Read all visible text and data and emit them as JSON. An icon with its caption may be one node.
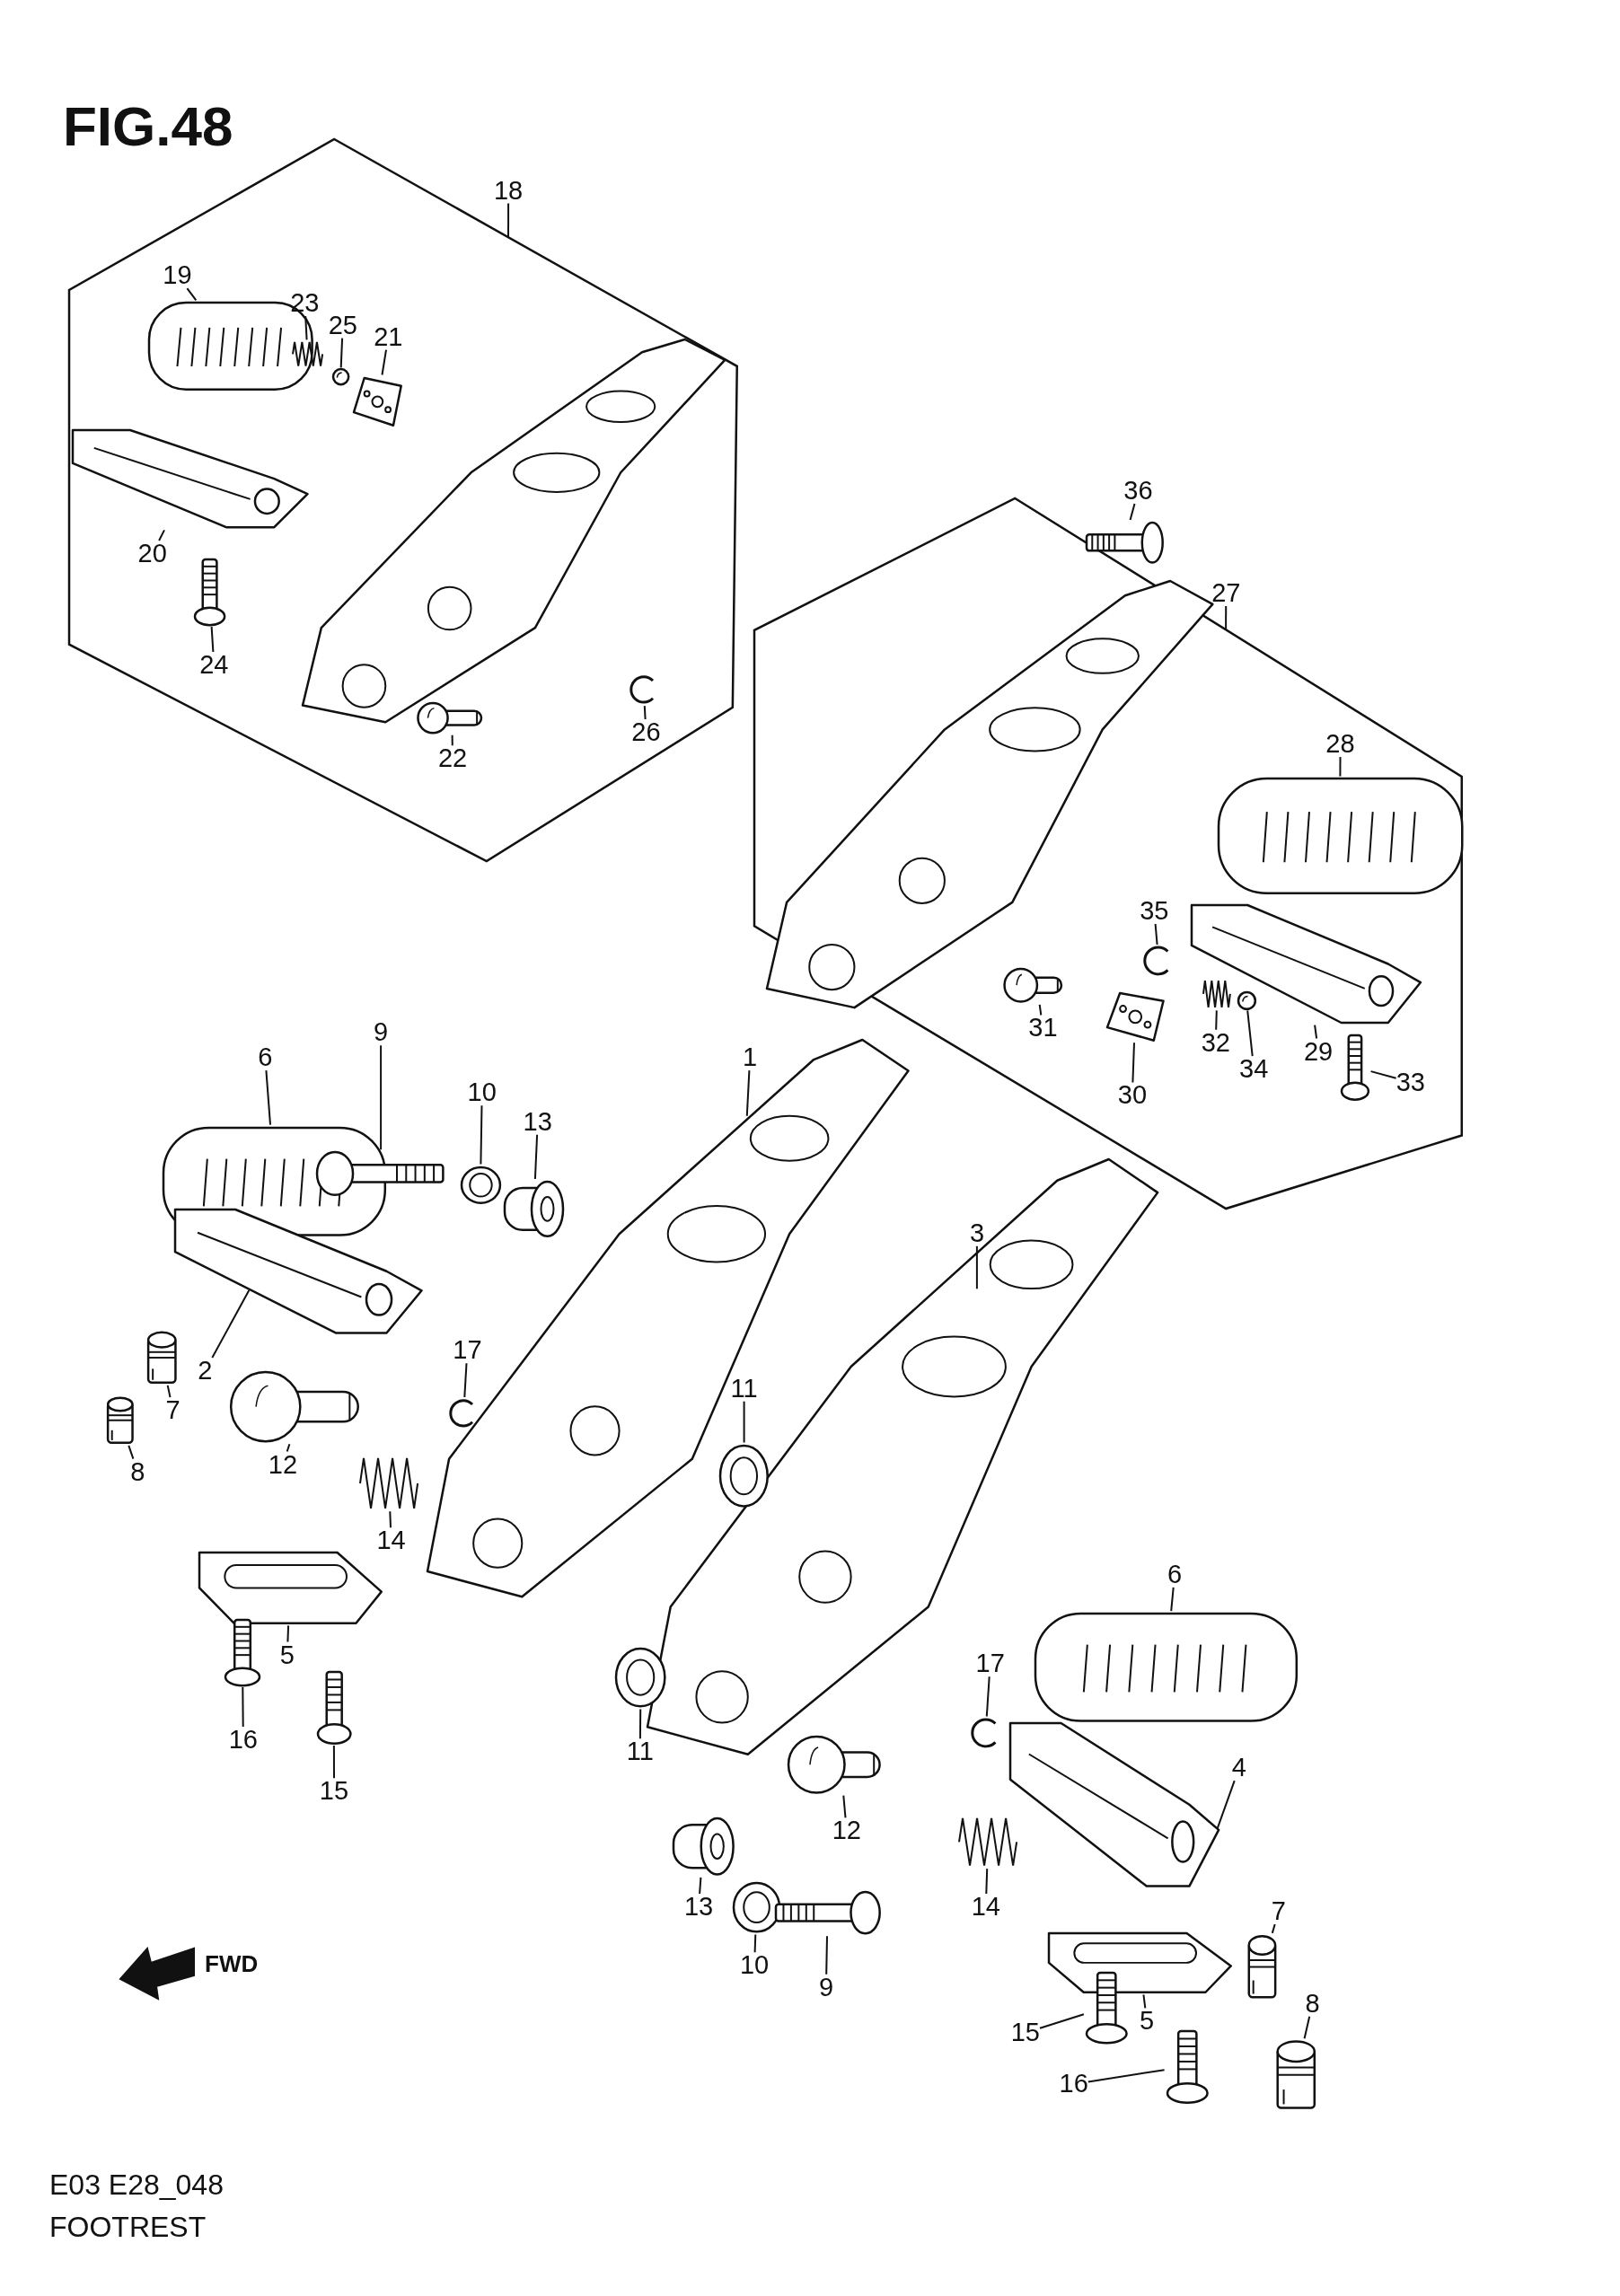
{
  "diagram": {
    "title": "FIG.48",
    "nodes": [
      {
        "text": [
          "18"
        ]
      },
      {
        "text": [],
        "shape": "box"
      },
      {
        "text": [
          "19"
        ],
        "in": 1
      },
      {
        "text": [],
        "shape": "picture",
        "in": 1
      },
      {
        "text": [
          "23"
        ],
        "in": 1
      },
      {
        "text": [],
        "shape": "picture",
        "in": 1
      },
      {
        "text": [
          "25"
        ],
        "in": 1
      },
      {
        "text": [],
        "shape": "picture",
        "in": 1
      },
      {
        "text": [
          "21"
        ],
        "in": 1
      },
      {
        "text": [],
        "shape": "picture",
        "in": 1
      },
      {
        "text": [
          "20"
        ],
        "in": 1
      },
      {
        "text": [],
        "shape": "picture",
        "in": 1
      },
      {
        "text": [
          "24"
        ],
        "in": 1
      },
      {
        "text": [],
        "shape": "picture",
        "in": 1
      },
      {
        "text": [
          "22"
        ],
        "in": 1
      },
      {
        "text": [],
        "shape": "picture",
        "in": 1
      },
      {
        "text": [
          "26"
        ],
        "in": 1
      },
      {
        "text": [],
        "shape": "picture",
        "in": 1
      },
      {
        "text": [
          "36"
        ]
      },
      {
        "text": [],
        "shape": "picture"
      },
      {
        "text": [
          "27"
        ]
      },
      {
        "text": [],
        "shape": "box"
      },
      {
        "text": [
          "28"
        ],
        "in": 21
      },
      {
        "text": [],
        "shape": "picture",
        "in": 21
      },
      {
        "text": [
          "35"
        ],
        "in": 21
      },
      {
        "text": [],
        "shape": "picture",
        "in": 21
      },
      {
        "text": [
          "31"
        ],
        "in": 21
      },
      {
        "text": [],
        "shape": "picture",
        "in": 21
      },
      {
        "text": [
          "30"
        ],
        "in": 21
      },
      {
        "text": [],
        "shape": "picture",
        "in": 21
      },
      {
        "text": [
          "32"
        ],
        "in": 21
      },
      {
        "text": [],
        "shape": "picture",
        "in": 21
      },
      {
        "text": [
          "34"
        ],
        "in": 21
      },
      {
        "text": [],
        "shape": "picture",
        "in": 21
      },
      {
        "text": [
          "29"
        ],
        "in": 21
      },
      {
        "text": [],
        "shape": "picture",
        "in": 21
      },
      {
        "text": [
          "33"
        ],
        "in": 21
      },
      {
        "text": [],
        "shape": "picture",
        "in": 21
      },
      {
        "text": [
          "1"
        ]
      },
      {
        "text": [],
        "shape": "picture"
      },
      {
        "text": [
          "6"
        ]
      },
      {
        "text": [],
        "shape": "picture"
      },
      {
        "text": [
          "9"
        ]
      },
      {
        "text": [],
        "shape": "picture"
      },
      {
        "text": [
          "10"
        ]
      },
      {
        "text": [],
        "shape": "picture"
      },
      {
        "text": [
          "13"
        ]
      },
      {
        "text": [],
        "shape": "picture"
      },
      {
        "text": [
          "3"
        ]
      },
      {
        "text": [],
        "shape": "picture"
      },
      {
        "text": [
          "2"
        ]
      },
      {
        "text": [],
        "shape": "picture"
      },
      {
        "text": [
          "17"
        ]
      },
      {
        "text": [],
        "shape": "picture"
      },
      {
        "text": [
          "11"
        ]
      },
      {
        "text": [],
        "shape": "picture"
      },
      {
        "text": [
          "7"
        ]
      },
      {
        "text": [],
        "shape": "picture"
      },
      {
        "text": [
          "12"
        ]
      },
      {
        "text": [],
        "shape": "picture"
      },
      {
        "text": [
          "8"
        ]
      },
      {
        "text": [],
        "shape": "picture"
      },
      {
        "text": [
          "14"
        ]
      },
      {
        "text": [],
        "shape": "picture"
      },
      {
        "text": [
          "6"
        ]
      },
      {
        "text": [],
        "shape": "picture"
      },
      {
        "text": [
          "5"
        ]
      },
      {
        "text": [],
        "shape": "picture"
      },
      {
        "text": [
          "17"
        ]
      },
      {
        "text": [],
        "shape": "picture"
      },
      {
        "text": [
          "11"
        ]
      },
      {
        "text": [],
        "shape": "picture"
      },
      {
        "text": [
          "16"
        ]
      },
      {
        "text": [],
        "shape": "picture"
      },
      {
        "text": [
          "4"
        ]
      },
      {
        "text": [],
        "shape": "picture"
      },
      {
        "text": [
          "15"
        ]
      },
      {
        "text": [],
        "shape": "picture"
      },
      {
        "text": [
          "12"
        ]
      },
      {
        "text": [],
        "shape": "picture"
      },
      {
        "text": [
          "14"
        ]
      },
      {
        "text": [],
        "shape": "picture"
      },
      {
        "text": [
          "13"
        ]
      },
      {
        "text": [],
        "shape": "picture"
      },
      {
        "text": [
          "10"
        ]
      },
      {
        "text": [],
        "shape": "picture"
      },
      {
        "text": [
          "9"
        ]
      },
      {
        "text": [],
        "shape": "picture"
      },
      {
        "text": [
          "7"
        ]
      },
      {
        "text": [],
        "shape": "picture"
      },
      {
        "text": [
          "5"
        ]
      },
      {
        "text": [],
        "shape": "picture"
      },
      {
        "text": [
          "8"
        ]
      },
      {
        "text": [],
        "shape": "picture"
      },
      {
        "text": [
          "15"
        ]
      },
      {
        "text": [],
        "shape": "picture"
      },
      {
        "text": [
          "16"
        ]
      },
      {
        "text": [],
        "shape": "picture"
      }
    ],
    "edges": [
      {
        "from": 0,
        "to": 1,
        "arrow": "none"
      },
      {
        "from": 2,
        "to": 3,
        "arrow": "none"
      },
      {
        "from": 4,
        "to": 5,
        "arrow": "none"
      },
      {
        "from": 6,
        "to": 7,
        "arrow": "none"
      },
      {
        "from": 8,
        "to": 9,
        "arrow": "none"
      },
      {
        "from": 10,
        "to": 11,
        "arrow": "none"
      },
      {
        "from": 12,
        "to": 13,
        "arrow": "none"
      },
      {
        "from": 14,
        "to": 15,
        "arrow": "none"
      },
      {
        "from": 16,
        "to": 17,
        "arrow": "none"
      },
      {
        "from": 18,
        "to": 19,
        "arrow": "none"
      },
      {
        "from": 20,
        "to": 21,
        "arrow": "none"
      },
      {
        "from": 22,
        "to": 23,
        "arrow": "none"
      },
      {
        "from": 24,
        "to": 25,
        "arrow": "none"
      },
      {
        "from": 26,
        "to": 27,
        "arrow": "none"
      },
      {
        "from": 28,
        "to": 29,
        "arrow": "none"
      },
      {
        "from": 30,
        "to": 31,
        "arrow": "none"
      },
      {
        "from": 32,
        "to": 33,
        "arrow": "none"
      },
      {
        "from": 34,
        "to": 35,
        "arrow": "none"
      },
      {
        "from": 36,
        "to": 37,
        "arrow": "none"
      },
      {
        "from": 38,
        "to": 39,
        "arrow": "none"
      },
      {
        "from": 40,
        "to": 41,
        "arrow": "none"
      },
      {
        "from": 42,
        "to": 43,
        "arrow": "none"
      },
      {
        "from": 44,
        "to": 45,
        "arrow": "none"
      },
      {
        "from": 46,
        "to": 47,
        "arrow": "none"
      },
      {
        "from": 48,
        "to": 49,
        "arrow": "none"
      },
      {
        "from": 50,
        "to": 51,
        "arrow": "none"
      },
      {
        "from": 52,
        "to": 53,
        "arrow": "none"
      },
      {
        "from": 54,
        "to": 55,
        "arrow": "none"
      },
      {
        "from": 56,
        "to": 57,
        "arrow": "none"
      },
      {
        "from": 58,
        "to": 59,
        "arrow": "none"
      },
      {
        "from": 60,
        "to": 61,
        "arrow": "none"
      },
      {
        "from": 62,
        "to": 63,
        "arrow": "none"
      },
      {
        "from": 64,
        "to": 65,
        "arrow": "none"
      },
      {
        "from": 66,
        "to": 67,
        "arrow": "none"
      },
      {
        "from": 68,
        "to": 69,
        "arrow": "none"
      },
      {
        "from": 70,
        "to": 71,
        "arrow": "none"
      },
      {
        "from": 72,
        "to": 73,
        "arrow": "none"
      },
      {
        "from": 74,
        "to": 75,
        "arrow": "none"
      },
      {
        "from": 76,
        "to": 77,
        "arrow": "none"
      },
      {
        "from": 78,
        "to": 79,
        "arrow": "none"
      },
      {
        "from": 80,
        "to": 81,
        "arrow": "none"
      },
      {
        "from": 82,
        "to": 83,
        "arrow": "none"
      },
      {
        "from": 84,
        "to": 85,
        "arrow": "none"
      },
      {
        "from": 86,
        "to": 87,
        "arrow": "none"
      },
      {
        "from": 88,
        "to": 89,
        "arrow": "none"
      },
      {
        "from": 90,
        "to": 91,
        "arrow": "none"
      },
      {
        "from": 92,
        "to": 93,
        "arrow": "none"
      },
      {
        "from": 94,
        "to": 95,
        "arrow": "none"
      },
      {
        "from": 96,
        "to": 97,
        "arrow": "none"
      }
    ],
    "labels": [
      "FWD",
      "E03 E28_048",
      "FOOTREST"
    ]
  }
}
